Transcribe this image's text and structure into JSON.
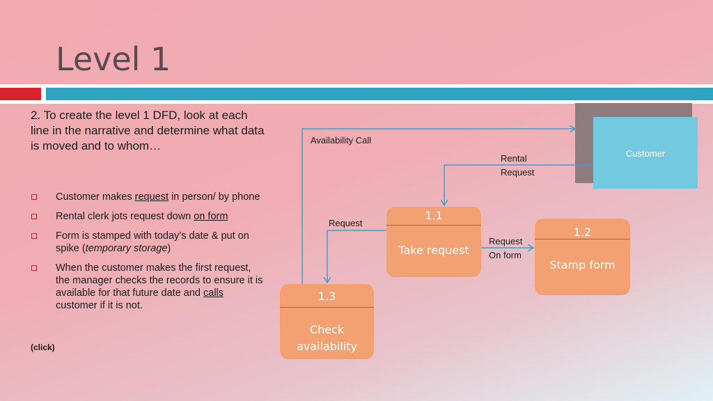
{
  "slide": {
    "title": "Level 1",
    "intro": "2. To create the level 1 DFD, look at each line in the narrative and determine what data is moved and to whom…",
    "bullets": [
      {
        "before": "Customer makes ",
        "emph": "request",
        "after": " in person/ by phone"
      },
      {
        "before": "Rental clerk jots request down ",
        "emph": "on form",
        "after": ""
      },
      {
        "before": "Form is stamped with today’s date & put on spike (",
        "emph": "temporary storage",
        "after": ")"
      },
      {
        "before": "When the customer makes the first request, the manager checks the records to ensure it is available for that future date and ",
        "emph": "calls",
        "after": " customer if it is not."
      }
    ],
    "click_note": "(click)"
  },
  "diagram": {
    "external_entity": "Customer",
    "processes": [
      {
        "id": "1.1",
        "label": "Take request"
      },
      {
        "id": "1.2",
        "label": "Stamp form"
      },
      {
        "id": "1.3",
        "label": "Check availability"
      }
    ],
    "flows": {
      "availability_call": "Availability Call",
      "rental_request_1": "Rental",
      "rental_request_2": "Request",
      "request": "Request",
      "request_on_form_1": "Request",
      "request_on_form_2": "On form"
    }
  },
  "colors": {
    "accent_red": "#d7232e",
    "accent_blue": "#2fa3c2",
    "process_fill": "#f3a173",
    "entity_fill": "#72c9e0",
    "flow_line": "#3b9fd0"
  }
}
